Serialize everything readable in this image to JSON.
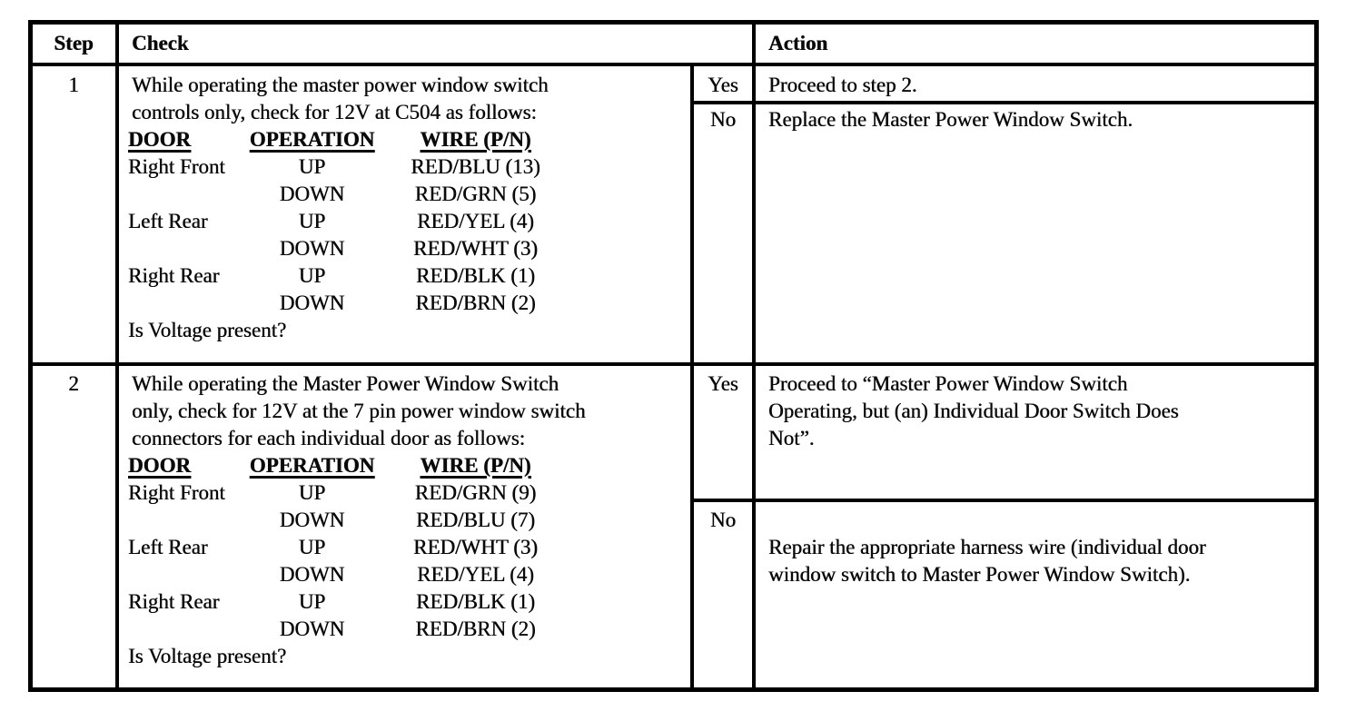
{
  "page": {
    "background_color": "#ffffff",
    "ink_color": "#000000"
  },
  "table": {
    "headers": {
      "step": "Step",
      "check": "Check",
      "action": "Action"
    },
    "wire_table_headers": {
      "door": "DOOR",
      "operation": "OPERATION",
      "wire": "WIRE (P/N)"
    },
    "steps": [
      {
        "step": "1",
        "check_lines": [
          "While operating the master power window switch",
          "controls only, check for 12V at C504 as follows:"
        ],
        "wire_rows": [
          {
            "door": "Right Front",
            "operation": "UP",
            "wire": "RED/BLU (13)"
          },
          {
            "door": "",
            "operation": "DOWN",
            "wire": "RED/GRN (5)"
          },
          {
            "door": "Left Rear",
            "operation": "UP",
            "wire": "RED/YEL (4)"
          },
          {
            "door": "",
            "operation": "DOWN",
            "wire": "RED/WHT (3)"
          },
          {
            "door": "Right Rear",
            "operation": "UP",
            "wire": "RED/BLK (1)"
          },
          {
            "door": "",
            "operation": "DOWN",
            "wire": "RED/BRN (2)"
          }
        ],
        "question": "Is Voltage present?",
        "yes_label": "Yes",
        "no_label": "No",
        "yes_action_lines": [
          "Proceed to step 2."
        ],
        "no_action_lines": [
          "Replace the Master Power Window Switch."
        ]
      },
      {
        "step": "2",
        "check_lines": [
          "While operating the Master Power Window Switch",
          "only, check for 12V at the 7 pin power window switch",
          "connectors for each individual door as follows:"
        ],
        "wire_rows": [
          {
            "door": "Right Front",
            "operation": "UP",
            "wire": "RED/GRN (9)"
          },
          {
            "door": "",
            "operation": "DOWN",
            "wire": "RED/BLU (7)"
          },
          {
            "door": "Left Rear",
            "operation": "UP",
            "wire": "RED/WHT (3)"
          },
          {
            "door": "",
            "operation": "DOWN",
            "wire": "RED/YEL (4)"
          },
          {
            "door": "Right Rear",
            "operation": "UP",
            "wire": "RED/BLK (1)"
          },
          {
            "door": "",
            "operation": "DOWN",
            "wire": "RED/BRN (2)"
          }
        ],
        "question": "Is Voltage present?",
        "yes_label": "Yes",
        "no_label": "No",
        "yes_action_lines": [
          "Proceed to “Master Power Window Switch",
          "Operating, but (an) Individual Door Switch Does",
          "Not”."
        ],
        "no_action_lines": [
          "Repair the appropriate harness wire (individual door",
          "window switch to Master Power Window Switch)."
        ]
      }
    ]
  }
}
